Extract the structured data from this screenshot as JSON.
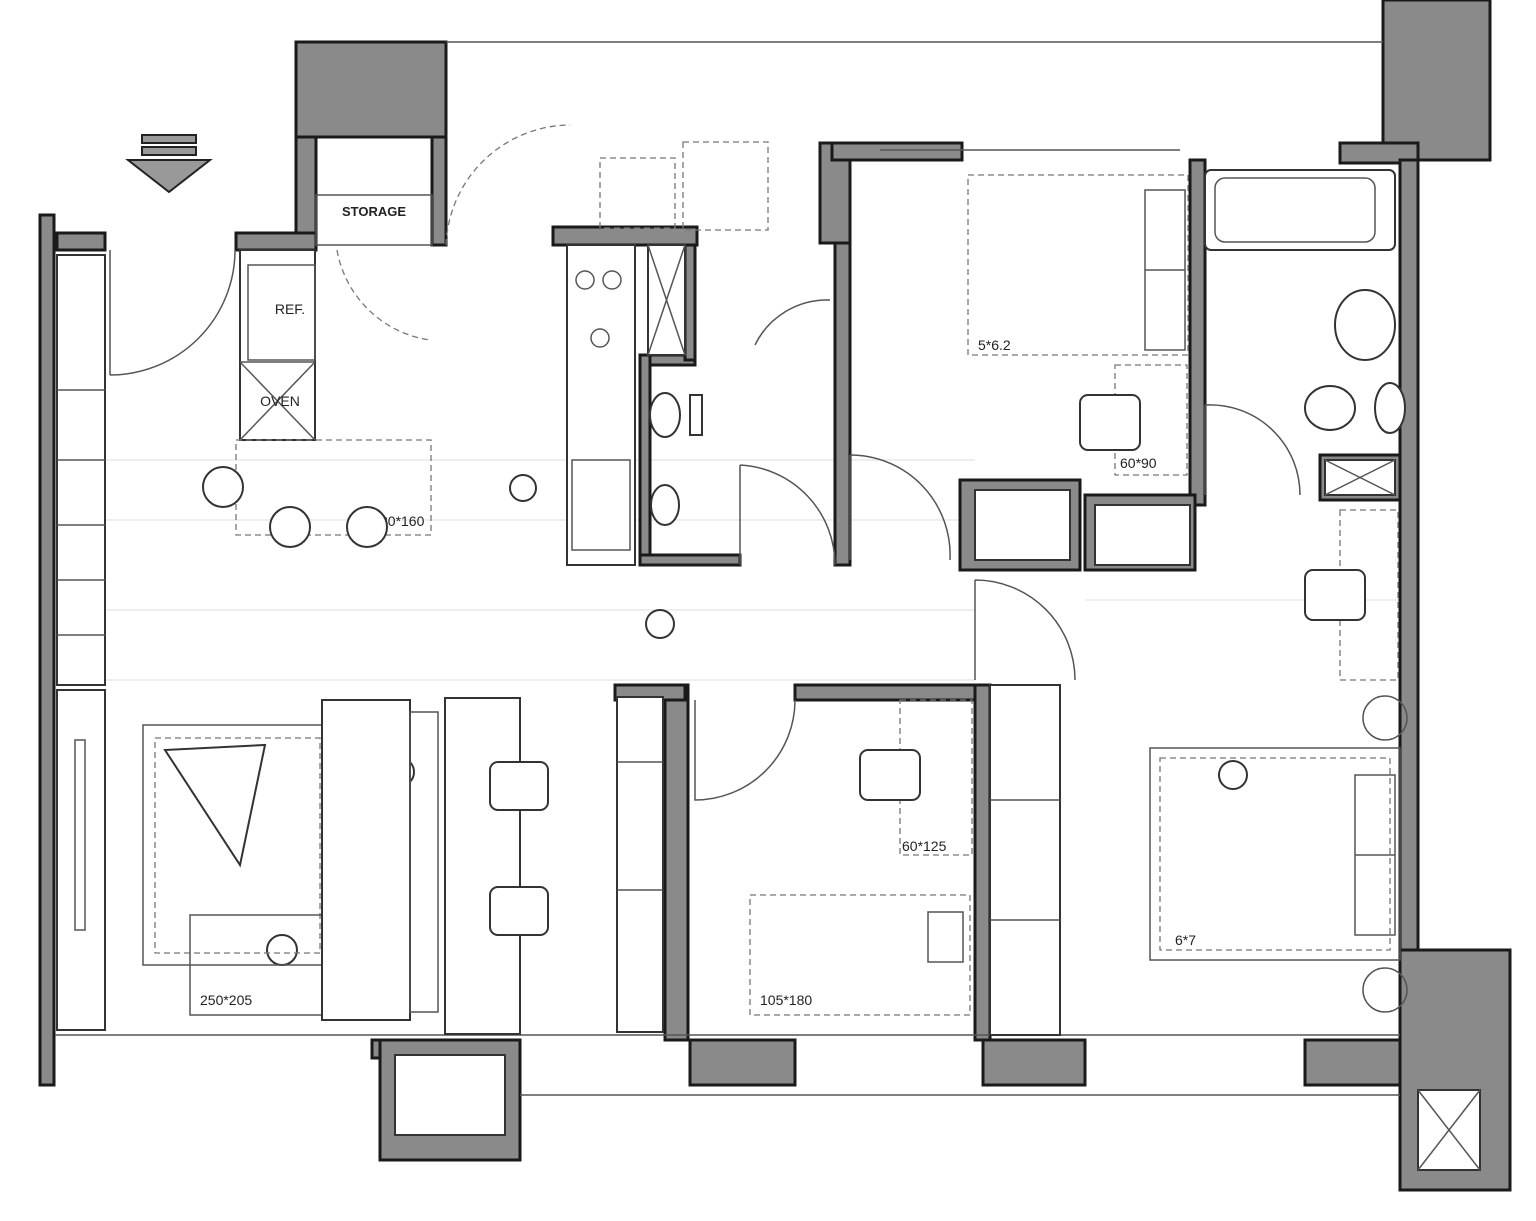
{
  "labels": {
    "storage": "STORAGE",
    "ref": "REF.",
    "oven": "OVEN"
  },
  "dimensions": {
    "dining_table": "80*160",
    "master_bed": "5*6.2",
    "master_desk": "60*90",
    "rug": "250*205",
    "bedroom2_desk": "60*125",
    "bedroom2_bed": "105*180",
    "bedroom3_bed": "6*7"
  },
  "colors": {
    "wall": "#8a8a8a",
    "outline": "#1a1a1a"
  }
}
